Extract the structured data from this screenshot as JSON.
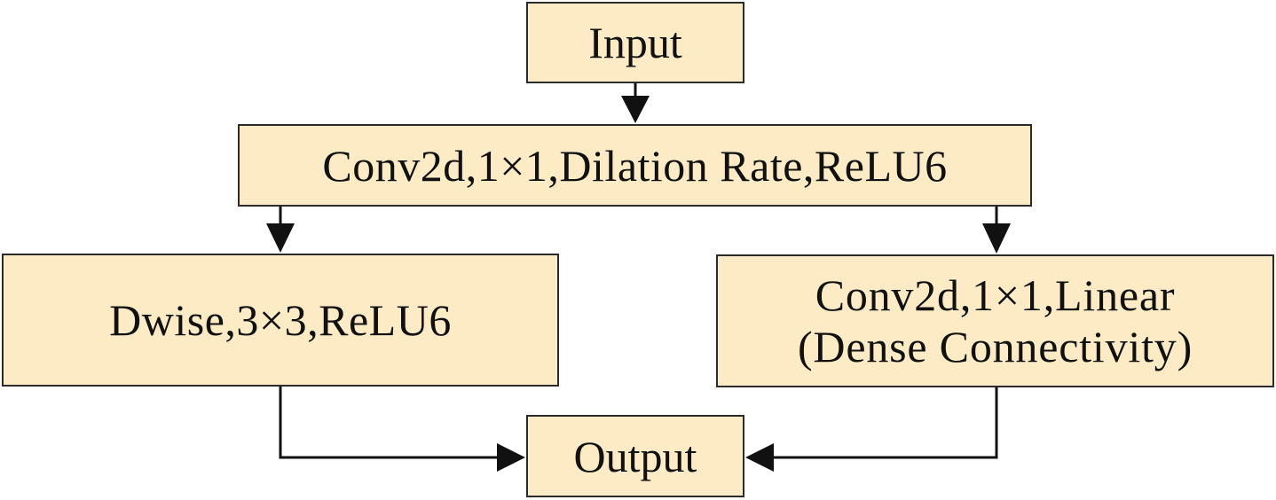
{
  "nodes": {
    "input": "Input",
    "conv_dilation": "Conv2d,1×1,Dilation Rate,ReLU6",
    "dwise": "Dwise,3×3,ReLU6",
    "linear_line1": "Conv2d,1×1,Linear",
    "linear_line2": "(Dense Connectivity)",
    "output": "Output"
  },
  "colors": {
    "box_fill": "#fcebc5",
    "box_border": "#2b2b2b",
    "arrow": "#111111"
  }
}
